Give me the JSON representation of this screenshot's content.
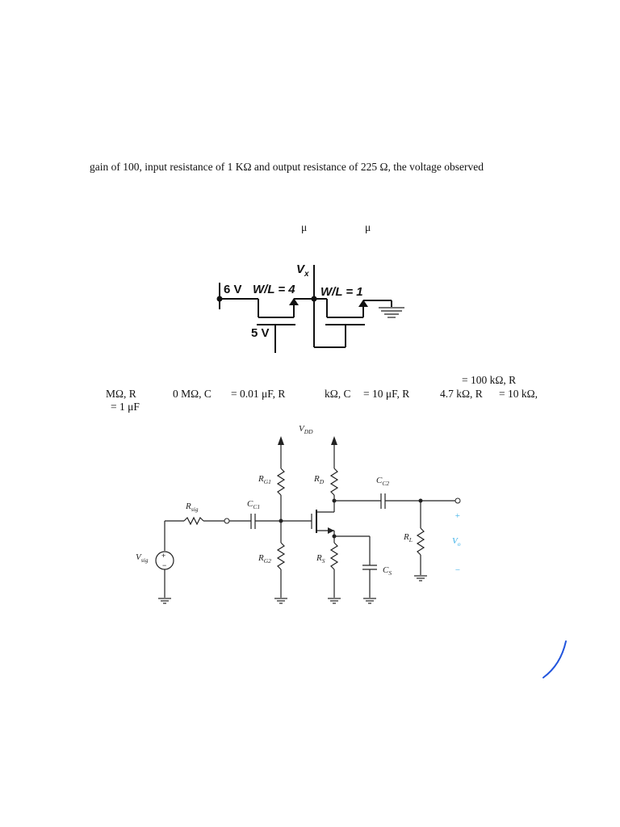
{
  "text": {
    "line1": "gain of 100, input resistance of 1 KΩ and output resistance of 225 Ω, the voltage observed",
    "mu1": "μ",
    "mu2": "μ",
    "rd_line": "= 100 kΩ, R",
    "params_a": "MΩ, R",
    "params_b": "0 MΩ, C",
    "params_c": "= 0.01 μF, R",
    "params_d": "kΩ, C",
    "params_e": "= 10 μF, R",
    "params_f": "4.7 kΩ, R",
    "params_g": "= 10 kΩ,",
    "params_h": "= 1 μF"
  },
  "mos_circuit": {
    "vx": "V",
    "vx_sub": "x",
    "v6": "6 V",
    "wl_left": "W/L = 4",
    "wl_right": "W/L = 1",
    "v5": "5 V"
  },
  "amp_circuit": {
    "vdd": "V",
    "vdd_sub": "DD",
    "rg1": "R",
    "rg1_sub": "G1",
    "rd": "R",
    "rd_sub": "D",
    "cc2": "C",
    "cc2_sub": "C2",
    "rsig": "R",
    "rsig_sub": "sig",
    "cc1": "C",
    "cc1_sub": "C1",
    "rl": "R",
    "rl_sub": "L",
    "vo": "V",
    "vo_sub": "o",
    "plus": "+",
    "minus": "−",
    "vsig": "V",
    "vsig_sub": "sig",
    "rg2": "R",
    "rg2_sub": "G2",
    "rs": "R",
    "rs_sub": "S",
    "cs": "C",
    "cs_sub": "S",
    "src_plus": "+",
    "src_minus": "−"
  }
}
